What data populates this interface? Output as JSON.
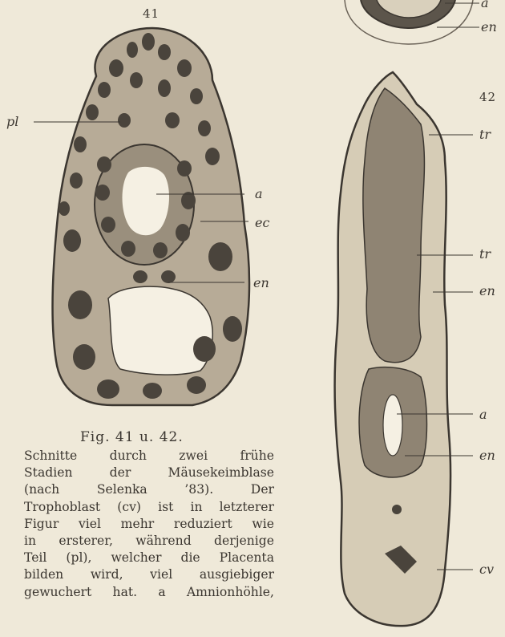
{
  "figures": {
    "fig41": {
      "number": "41",
      "labels": {
        "pl": "pl",
        "a": "a",
        "ec": "ec",
        "en": "en"
      }
    },
    "fig42": {
      "number": "42",
      "labels": {
        "tr1": "tr",
        "tr2": "tr",
        "en1": "en",
        "a": "a",
        "en2": "en",
        "cv": "cv"
      }
    },
    "fig40_partial": {
      "labels": {
        "a": "a",
        "en": "en"
      }
    }
  },
  "caption": {
    "title": "Fig. 41 u. 42.",
    "lines": [
      "Schnitte durch zwei frühe",
      "Stadien der Mäusekeimblase",
      "(nach Selenka ’83). Der",
      "Trophoblast (cv) ist in letzterer",
      "Figur viel mehr reduziert wie",
      "in ersterer, während derjenige",
      "Teil (pl), welcher die Placenta",
      "bilden wird, viel ausgiebiger",
      "gewuchert hat. a Amnionhöhle,"
    ]
  },
  "colors": {
    "paper": "#efe9d9",
    "ink": "#3b3630",
    "tissue": "#b7ab97",
    "nucleus": "#4a443c"
  }
}
